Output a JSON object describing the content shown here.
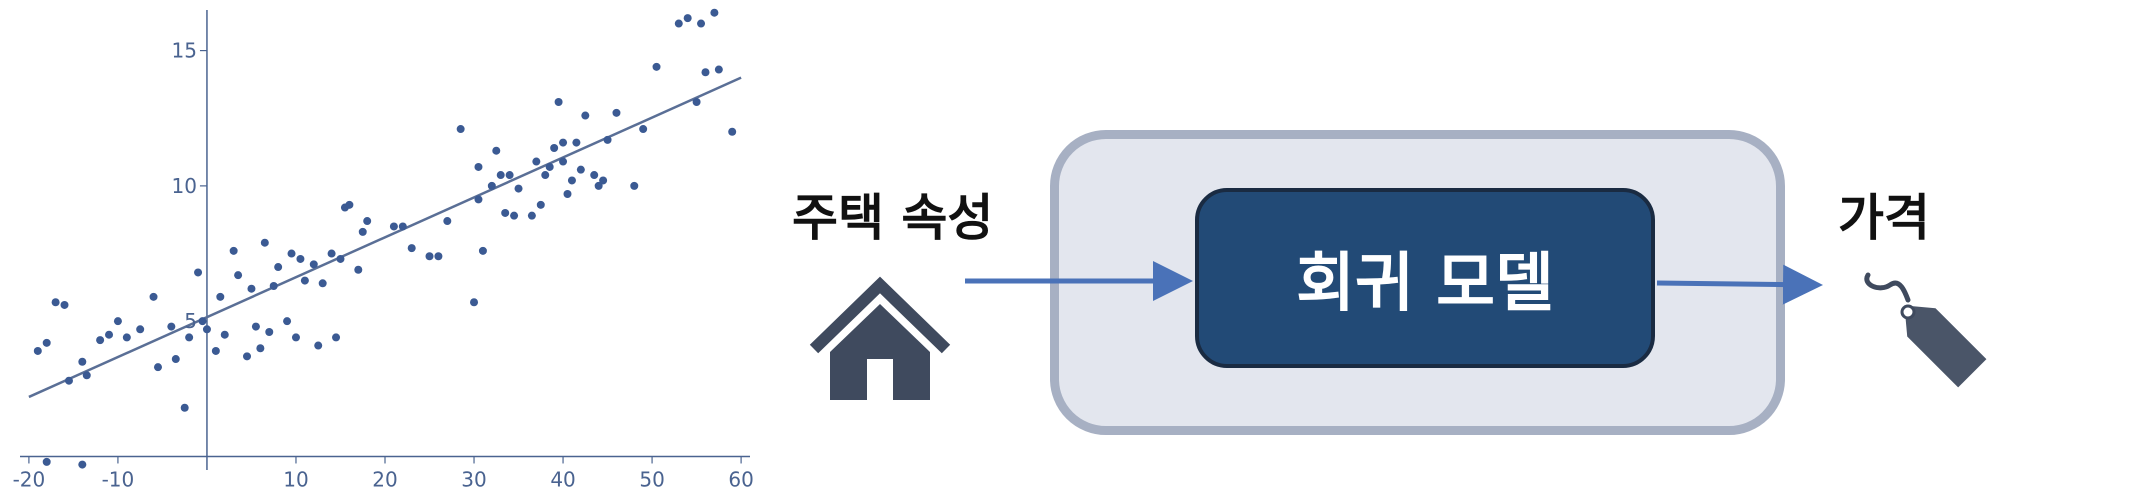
{
  "chart_data": {
    "type": "scatter",
    "title": "",
    "xlabel": "",
    "ylabel": "",
    "xlim": [
      -21,
      61
    ],
    "ylim": [
      -0.5,
      16.5
    ],
    "x_ticks": [
      -20,
      -10,
      10,
      20,
      30,
      40,
      50,
      60
    ],
    "y_ticks": [
      5,
      10,
      15
    ],
    "grid": false,
    "series": [
      {
        "points": [
          [
            -19,
            3.9
          ],
          [
            -18,
            4.2
          ],
          [
            -17,
            5.7
          ],
          [
            -16,
            5.6
          ],
          [
            -15.5,
            2.8
          ],
          [
            -14,
            3.5
          ],
          [
            -13.5,
            3.0
          ],
          [
            -12,
            4.3
          ],
          [
            -11,
            4.5
          ],
          [
            -10,
            5.0
          ],
          [
            -9,
            4.4
          ],
          [
            -7.5,
            4.7
          ],
          [
            -6,
            5.9
          ],
          [
            -5.5,
            3.3
          ],
          [
            -4,
            4.8
          ],
          [
            -3.5,
            3.6
          ],
          [
            -2.5,
            1.8
          ],
          [
            -2,
            4.4
          ],
          [
            -1,
            6.8
          ],
          [
            -0.5,
            5.0
          ],
          [
            0,
            4.7
          ],
          [
            1,
            3.9
          ],
          [
            1.5,
            5.9
          ],
          [
            2,
            4.5
          ],
          [
            3,
            7.6
          ],
          [
            3.5,
            6.7
          ],
          [
            4.5,
            3.7
          ],
          [
            5,
            6.2
          ],
          [
            5.5,
            4.8
          ],
          [
            6,
            4.0
          ],
          [
            6.5,
            7.9
          ],
          [
            7,
            4.6
          ],
          [
            7.5,
            6.3
          ],
          [
            8,
            7.0
          ],
          [
            9,
            5.0
          ],
          [
            9.5,
            7.5
          ],
          [
            10,
            4.4
          ],
          [
            10.5,
            7.3
          ],
          [
            11,
            6.5
          ],
          [
            12,
            7.1
          ],
          [
            12.5,
            4.1
          ],
          [
            13,
            6.4
          ],
          [
            14,
            7.5
          ],
          [
            14.5,
            4.4
          ],
          [
            15,
            7.3
          ],
          [
            15.5,
            9.2
          ],
          [
            16,
            9.3
          ],
          [
            17,
            6.9
          ],
          [
            17.5,
            8.3
          ],
          [
            18,
            8.7
          ],
          [
            21,
            8.5
          ],
          [
            22,
            8.5
          ],
          [
            23,
            7.7
          ],
          [
            25,
            7.4
          ],
          [
            26,
            7.4
          ],
          [
            27,
            8.7
          ],
          [
            28.5,
            12.1
          ],
          [
            30,
            5.7
          ],
          [
            30.5,
            9.5
          ],
          [
            30.5,
            10.7
          ],
          [
            31,
            7.6
          ],
          [
            32,
            10.0
          ],
          [
            32.5,
            11.3
          ],
          [
            33,
            10.4
          ],
          [
            33.5,
            9.0
          ],
          [
            34,
            10.4
          ],
          [
            34.5,
            8.9
          ],
          [
            35,
            9.9
          ],
          [
            36.5,
            8.9
          ],
          [
            37,
            10.9
          ],
          [
            37.5,
            9.3
          ],
          [
            38,
            10.4
          ],
          [
            38.5,
            10.7
          ],
          [
            39,
            11.4
          ],
          [
            39.5,
            13.1
          ],
          [
            40,
            11.6
          ],
          [
            40,
            10.9
          ],
          [
            40.5,
            9.7
          ],
          [
            41,
            10.2
          ],
          [
            41.5,
            11.6
          ],
          [
            42,
            10.6
          ],
          [
            42.5,
            12.6
          ],
          [
            43.5,
            10.4
          ],
          [
            44,
            10.0
          ],
          [
            44.5,
            10.2
          ],
          [
            45,
            11.7
          ],
          [
            46,
            12.7
          ],
          [
            48,
            10.0
          ],
          [
            49,
            12.1
          ],
          [
            50.5,
            14.4
          ],
          [
            53,
            16.0
          ],
          [
            54,
            16.2
          ],
          [
            55,
            13.1
          ],
          [
            55.5,
            16.0
          ],
          [
            56,
            14.2
          ],
          [
            57,
            16.4
          ],
          [
            57.5,
            14.3
          ],
          [
            59,
            12.0
          ],
          [
            -18,
            -0.2
          ],
          [
            -14,
            -0.3
          ]
        ]
      }
    ],
    "trend_line": [
      [
        -20,
        2.2
      ],
      [
        60,
        14.0
      ]
    ]
  },
  "diagram": {
    "input_label": "주택 속성",
    "model_label": "회귀 모델",
    "output_label": "가격",
    "colors": {
      "accent": "#4a72b8",
      "model_fill": "#224a76",
      "outer_fill": "#e3e6ee",
      "outer_border": "#a7b0c3",
      "icon_fill": "#3f4a5e"
    },
    "icons": {
      "input": "house-icon",
      "output": "price-tag-icon"
    }
  }
}
